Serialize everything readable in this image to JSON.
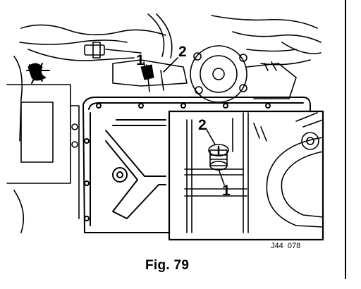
{
  "figure": {
    "caption": "Fig. 79",
    "drawing_code": "J44  078",
    "callouts": {
      "main_1": "1",
      "main_2": "2",
      "inset_1": "1",
      "inset_2": "2"
    }
  }
}
